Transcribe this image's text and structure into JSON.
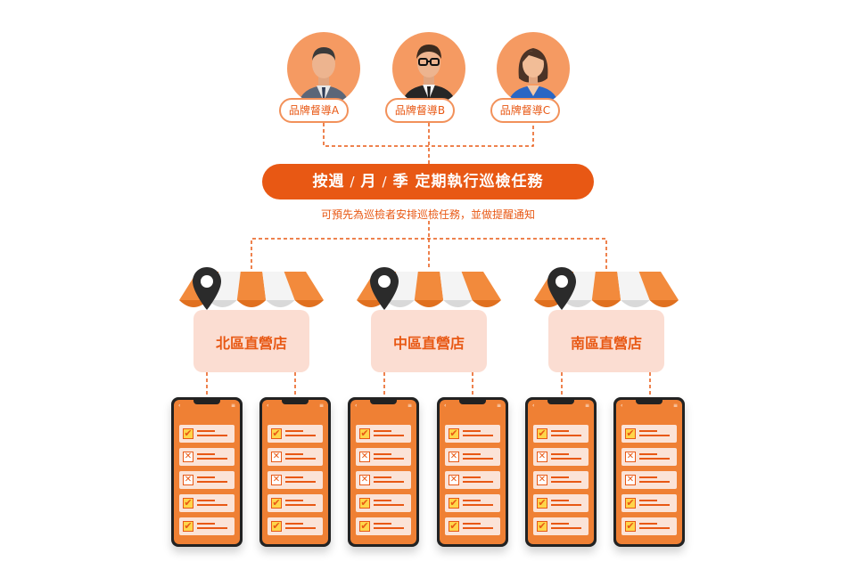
{
  "supervisors": [
    {
      "label": "品牌督導A",
      "icon": "businessman-icon"
    },
    {
      "label": "品牌督導B",
      "icon": "glasses-man-icon"
    },
    {
      "label": "品牌督導C",
      "icon": "businesswoman-icon"
    }
  ],
  "banner": {
    "part1": "按週",
    "sep1": "/",
    "part2": "月",
    "sep2": "/",
    "part3": "季 定期執行巡檢任務"
  },
  "subtitle": "可預先為巡檢者安排巡檢任務，並做提醒通知",
  "stores": [
    {
      "label": "北區直營店"
    },
    {
      "label": "中區直營店"
    },
    {
      "label": "南區直營店"
    }
  ],
  "phone_checklist": [
    "check",
    "cross",
    "cross",
    "check",
    "check"
  ],
  "colors": {
    "accent": "#e85814",
    "avatar_bg": "#f59a62",
    "store_bg": "#fbddd2",
    "phone_screen": "#ef8034",
    "check_fill": "#ffd54a"
  }
}
